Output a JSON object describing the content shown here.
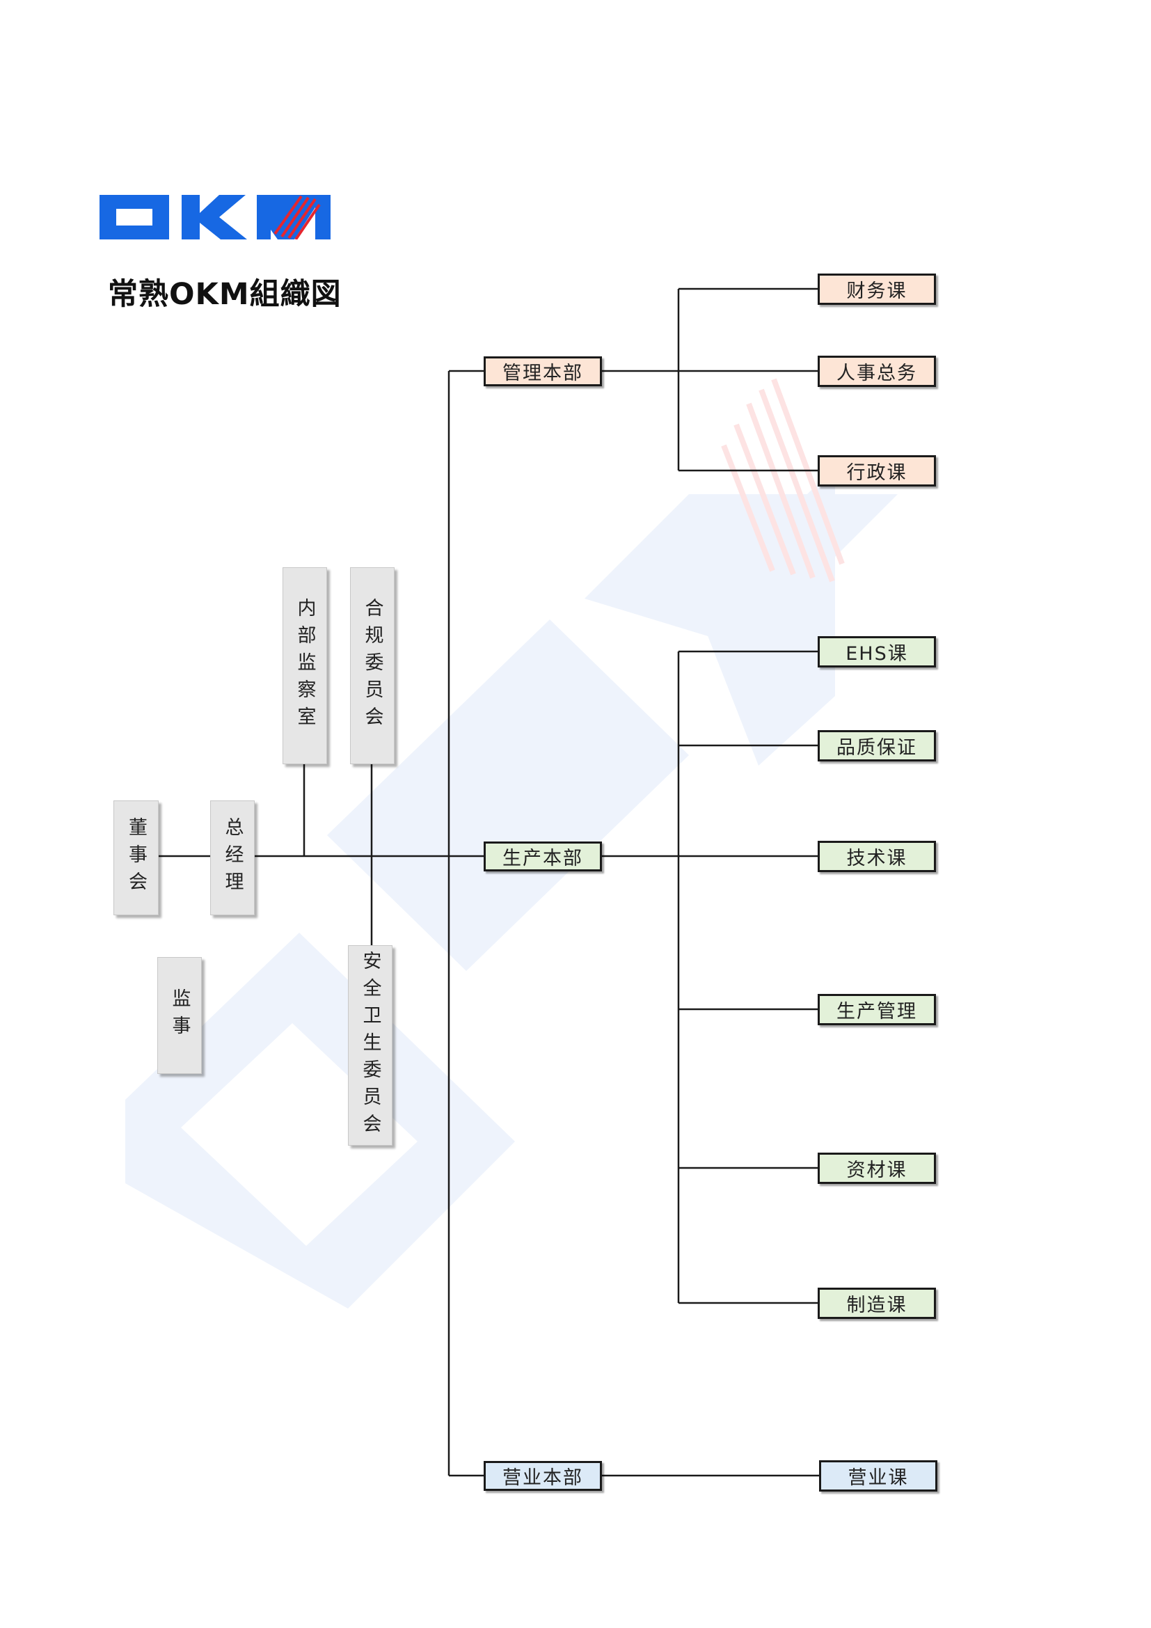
{
  "header": {
    "logo_text": "OKM",
    "title": "常熟OKM組織図"
  },
  "colors": {
    "logo_blue": "#1768e3",
    "logo_red": "#e5262f",
    "management_fill": "#fde5d6",
    "production_fill": "#e3f1d9",
    "sales_fill": "#dceaf7",
    "side_fill": "#e6e6e6",
    "watermark_blue": "#eef3fc",
    "watermark_red": "#fde3e3"
  },
  "top": {
    "board": "董事会",
    "gm": "总经理",
    "supervisor": "监事",
    "internal_audit": "内部监察室",
    "compliance": "合规委员会",
    "safety": "安全卫生委员会"
  },
  "divisions": {
    "management": {
      "label": "管理本部",
      "units": [
        "财务课",
        "人事总务",
        "行政课"
      ]
    },
    "production": {
      "label": "生产本部",
      "units": [
        "EHS课",
        "品质保证",
        "技术课",
        "生产管理",
        "资材课",
        "制造课"
      ]
    },
    "sales": {
      "label": "营业本部",
      "units": [
        "营业课"
      ]
    }
  }
}
